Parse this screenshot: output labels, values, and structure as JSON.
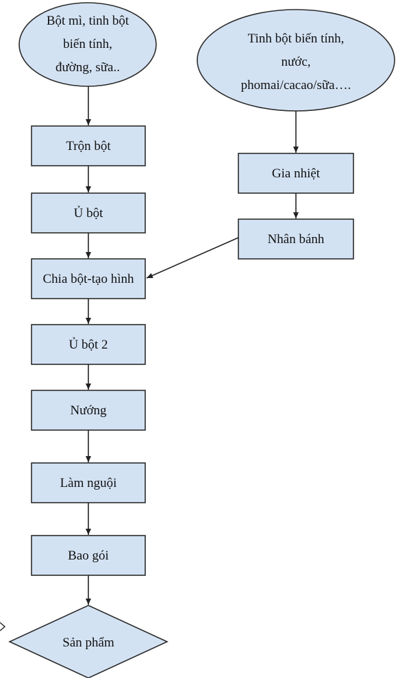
{
  "colors": {
    "fill": "#d3e2f3",
    "stroke": "#2b2b2b",
    "text": "#111111"
  },
  "nodes": {
    "input_dough": {
      "lines": [
        "Bột mì, tinh bột",
        "biến tính,",
        "đường, sữa.."
      ]
    },
    "input_filling": {
      "lines": [
        "Tinh bột biến tính,",
        "nước,",
        "phomai/cacao/sữa…."
      ]
    },
    "tron_bot": {
      "label": "Trộn bột"
    },
    "u_bot": {
      "label": "Ủ bột"
    },
    "chia_bot": {
      "label": "Chia bột-tạo hình"
    },
    "u_bot_2": {
      "label": "Ủ bột 2"
    },
    "nuong": {
      "label": "Nướng"
    },
    "lam_nguoi": {
      "label": "Làm nguội"
    },
    "bao_goi": {
      "label": "Bao gói"
    },
    "san_pham": {
      "label": "Sản phẩm"
    },
    "gia_nhiet": {
      "label": "Gia nhiệt"
    },
    "nhan_banh": {
      "label": "Nhân bánh"
    }
  }
}
